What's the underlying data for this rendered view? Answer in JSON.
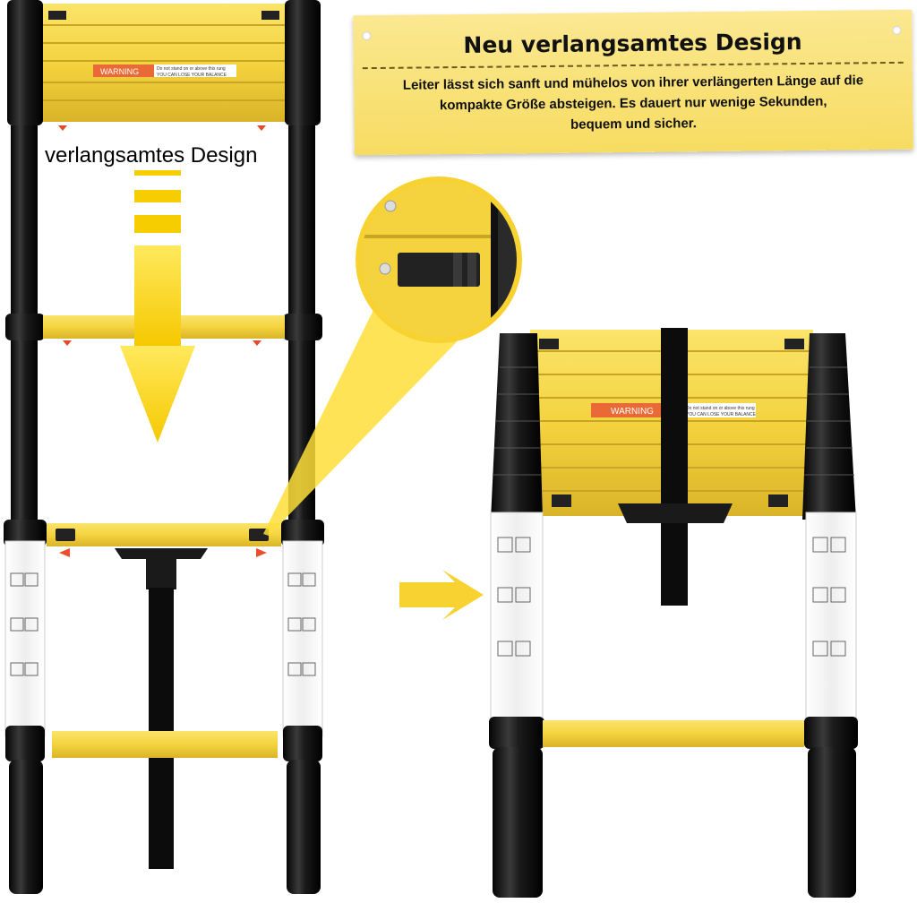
{
  "banner": {
    "title": "Neu verlangsamtes Design",
    "text_line1": "Leiter lässt sich sanft und mühelos von ihrer verlängerten Länge auf die",
    "text_line2": "kompakte Größe absteigen. Es dauert nur wenige Sekunden,",
    "text_line3": "bequem und sicher."
  },
  "left_label": "verlangsamtes Design",
  "ladder": {
    "warning_label": "WARNING",
    "warning_small_1": "Do not stand on or above this rung",
    "warning_small_2": "YOU CAN LOSE YOUR BALANCE"
  },
  "colors": {
    "yellow": "#f4d33f",
    "black": "#0e0e0e",
    "warning_orange": "#e96a36",
    "arrow_red": "#ea4e2a"
  }
}
